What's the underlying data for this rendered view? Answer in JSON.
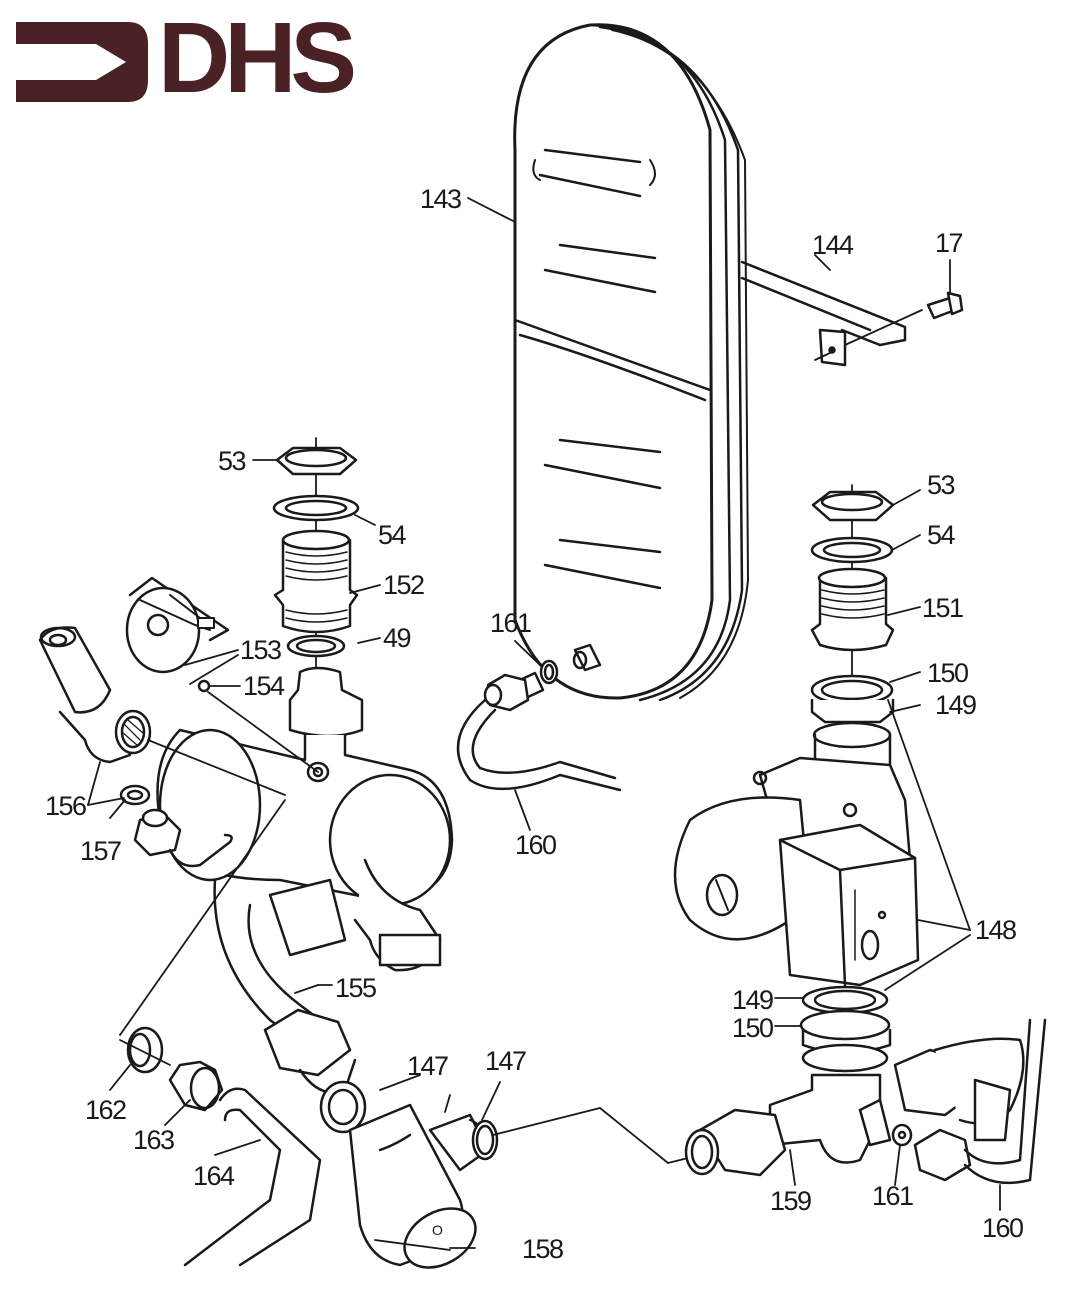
{
  "brand": {
    "logo_text": "DHS",
    "logo_color": "#4a2125"
  },
  "diagram": {
    "type": "exploded-parts-diagram",
    "line_color": "#1a1a1a",
    "labels": {
      "p143": "143",
      "p144": "144",
      "p17": "17",
      "p53_left": "53",
      "p54_left": "54",
      "p152": "152",
      "p49": "49",
      "p153": "153",
      "p154": "154",
      "p156": "156",
      "p157": "157",
      "p155": "155",
      "p162": "162",
      "p163": "163",
      "p164": "164",
      "p147_a": "147",
      "p147_b": "147",
      "p158": "158",
      "p161_top": "161",
      "p160_mid": "160",
      "p53_right": "53",
      "p54_right": "54",
      "p151": "151",
      "p150_top": "150",
      "p149_top": "149",
      "p148": "148",
      "p149_bottom": "149",
      "p150_bottom": "150",
      "p159": "159",
      "p161_bottom": "161",
      "p160_right": "160"
    },
    "components": [
      "expansion-vessel",
      "mounting-bracket",
      "bracket-screw",
      "union-nut",
      "washer",
      "threaded-connector",
      "sealing-ring",
      "thermostat-switch",
      "o-ring",
      "pressure-relief-valve",
      "manifold-body",
      "flow-pipe",
      "pump",
      "pump-valve",
      "tee-connector",
      "capillary-pipe",
      "olive",
      "compression-nut",
      "drain-pipe",
      "isolating-valve"
    ]
  }
}
